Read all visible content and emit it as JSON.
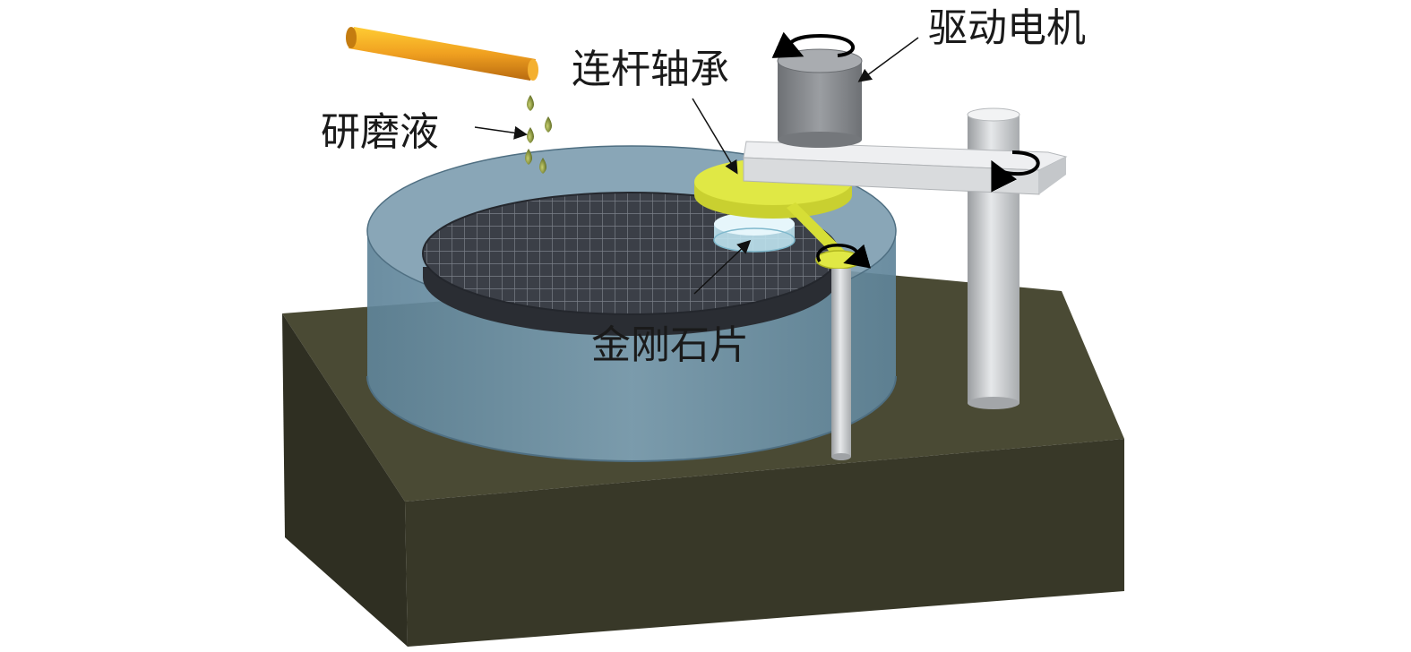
{
  "labels": {
    "slurry": "研磨液",
    "connecting_rod_bearing": "连杆轴承",
    "drive_motor": "驱动电机",
    "diamond_wafer": "金刚石片"
  },
  "colors": {
    "base": "#3a3a2a",
    "tank_water": "#6f93a8",
    "lapping_plate": "#3c4048",
    "bearing_yellow": "#e0e845",
    "motor_gray": "#8a8d91",
    "pipe_orange": "#e89a1c",
    "droplet": "#8a9a3a"
  }
}
